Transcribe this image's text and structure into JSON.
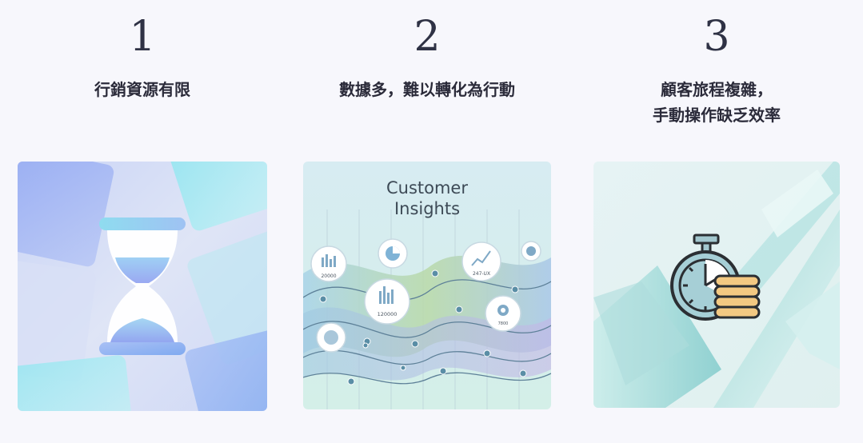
{
  "steps": [
    {
      "number": "1",
      "caption_lines": [
        "行銷資源有限"
      ],
      "image_icon": "hourglass-icon"
    },
    {
      "number": "2",
      "caption_lines": [
        "數據多，難以轉化為行動"
      ],
      "image_icon": "customer-insights-chart",
      "image_text": {
        "title_line1": "Customer",
        "title_line2": "Insights",
        "bubbles": [
          "20000",
          "120000",
          "247-UX",
          "7800"
        ]
      }
    },
    {
      "number": "3",
      "caption_lines": [
        "顧客旅程複雜，",
        "手動操作缺乏效率"
      ],
      "image_icon": "stopwatch-coins-icon"
    }
  ],
  "colors": {
    "background": "#f7f7fc",
    "text": "#2b2b3a",
    "accent_blue": "#8fa6f2",
    "accent_cyan": "#8fe0ec",
    "accent_teal": "#7cc9c9"
  }
}
